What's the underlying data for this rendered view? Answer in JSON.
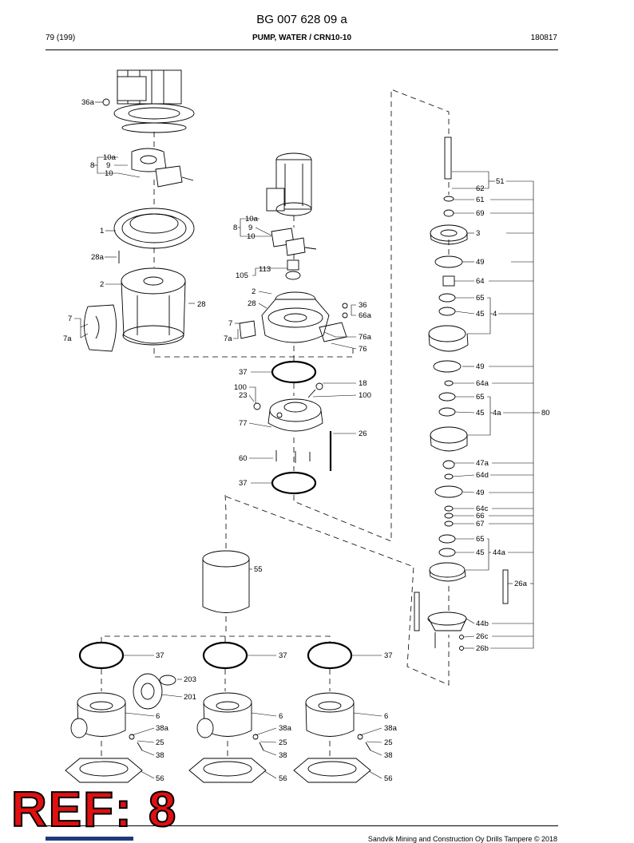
{
  "header": {
    "title": "BG 007 628 09 a",
    "page": "79 (199)",
    "section": "PUMP, WATER / CRN10-10",
    "date": "180817"
  },
  "ref_badge": "REF: 8",
  "footer": {
    "copyright": "Sandvik Mining and Construction Oy Drills Tampere © 2018"
  },
  "colors": {
    "ref_fill": "#e01010",
    "ref_outline": "#000000",
    "logo": "#1d3b7a"
  },
  "labels": {
    "l36a": "36a",
    "l10a_1": "10a",
    "l8_1": "8",
    "l9_1": "9",
    "l10_1": "10",
    "l1": "1",
    "l28a": "28a",
    "l2_1": "2",
    "l28_1": "28",
    "l7_1": "7",
    "l7a_1": "7a",
    "l10a_2": "10a",
    "l8_2": "8",
    "l9_2": "9",
    "l10_2": "10",
    "l113": "113",
    "l105": "105",
    "l2_2": "2",
    "l28_2": "28",
    "l36": "36",
    "l66a": "66a",
    "l7_2": "7",
    "l7a_2": "7a",
    "l76a": "76a",
    "l76": "76",
    "l37_1": "37",
    "l18": "18",
    "l100_1": "100",
    "l23": "23",
    "l100_2": "100",
    "l77": "77",
    "l26": "26",
    "l60": "60",
    "l37_2": "37",
    "l55": "55",
    "l37_3": "37",
    "l37_4": "37",
    "l37_5": "37",
    "l203": "203",
    "l201": "201",
    "l6_1": "6",
    "l6_2": "6",
    "l6_3": "6",
    "l38a_1": "38a",
    "l38a_2": "38a",
    "l38a_3": "38a",
    "l25_1": "25",
    "l25_2": "25",
    "l25_3": "25",
    "l38_1": "38",
    "l38_2": "38",
    "l38_3": "38",
    "l56_1": "56",
    "l56_2": "56",
    "l56_3": "56",
    "l51": "51",
    "l62": "62",
    "l61": "61",
    "l69": "69",
    "l3": "3",
    "l49_1": "49",
    "l64": "64",
    "l65_1": "65",
    "l45_1": "45",
    "l4": "4",
    "l49_2": "49",
    "l64a": "64a",
    "l65_2": "65",
    "l45_2": "45",
    "l4a": "4a",
    "l80": "80",
    "l47a": "47a",
    "l64d": "64d",
    "l49_3": "49",
    "l64c": "64c",
    "l66": "66",
    "l67": "67",
    "l65_3": "65",
    "l45_3": "45",
    "l44a": "44a",
    "l26a": "26a",
    "l44b": "44b",
    "l26c": "26c",
    "l26b": "26b"
  }
}
